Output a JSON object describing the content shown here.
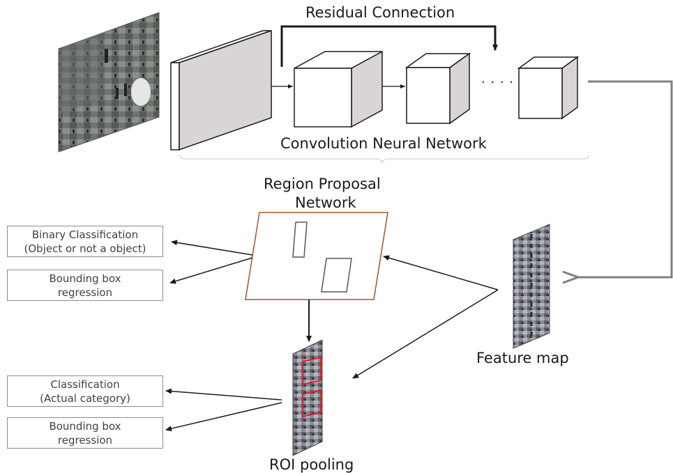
{
  "labels": {
    "residual": "Residual Connection",
    "cnn": "Convolution Neural Network",
    "rpn_line1": "Region Proposal",
    "rpn_line2": "Network",
    "feature_map": "Feature map",
    "roi_pooling": "ROI pooling",
    "dots": "· · · ·"
  },
  "output_boxes": {
    "rpn_classification": {
      "line1": "Binary Classification",
      "line2": "(Object or not a object)"
    },
    "rpn_regression": {
      "line1": "Bounding box",
      "line2": "regression"
    },
    "roi_classification": {
      "line1": "Classification",
      "line2": "(Actual category)"
    },
    "roi_regression": {
      "line1": "Bounding box",
      "line2": "regression"
    }
  },
  "colors": {
    "stroke": "#1a1a1a",
    "block_face": "#d9d5d6",
    "block_front": "#ffffff",
    "rpn_border": "#a0522d",
    "roi_highlight": "#e0202a",
    "feedback_line": "#7f7f7f"
  }
}
